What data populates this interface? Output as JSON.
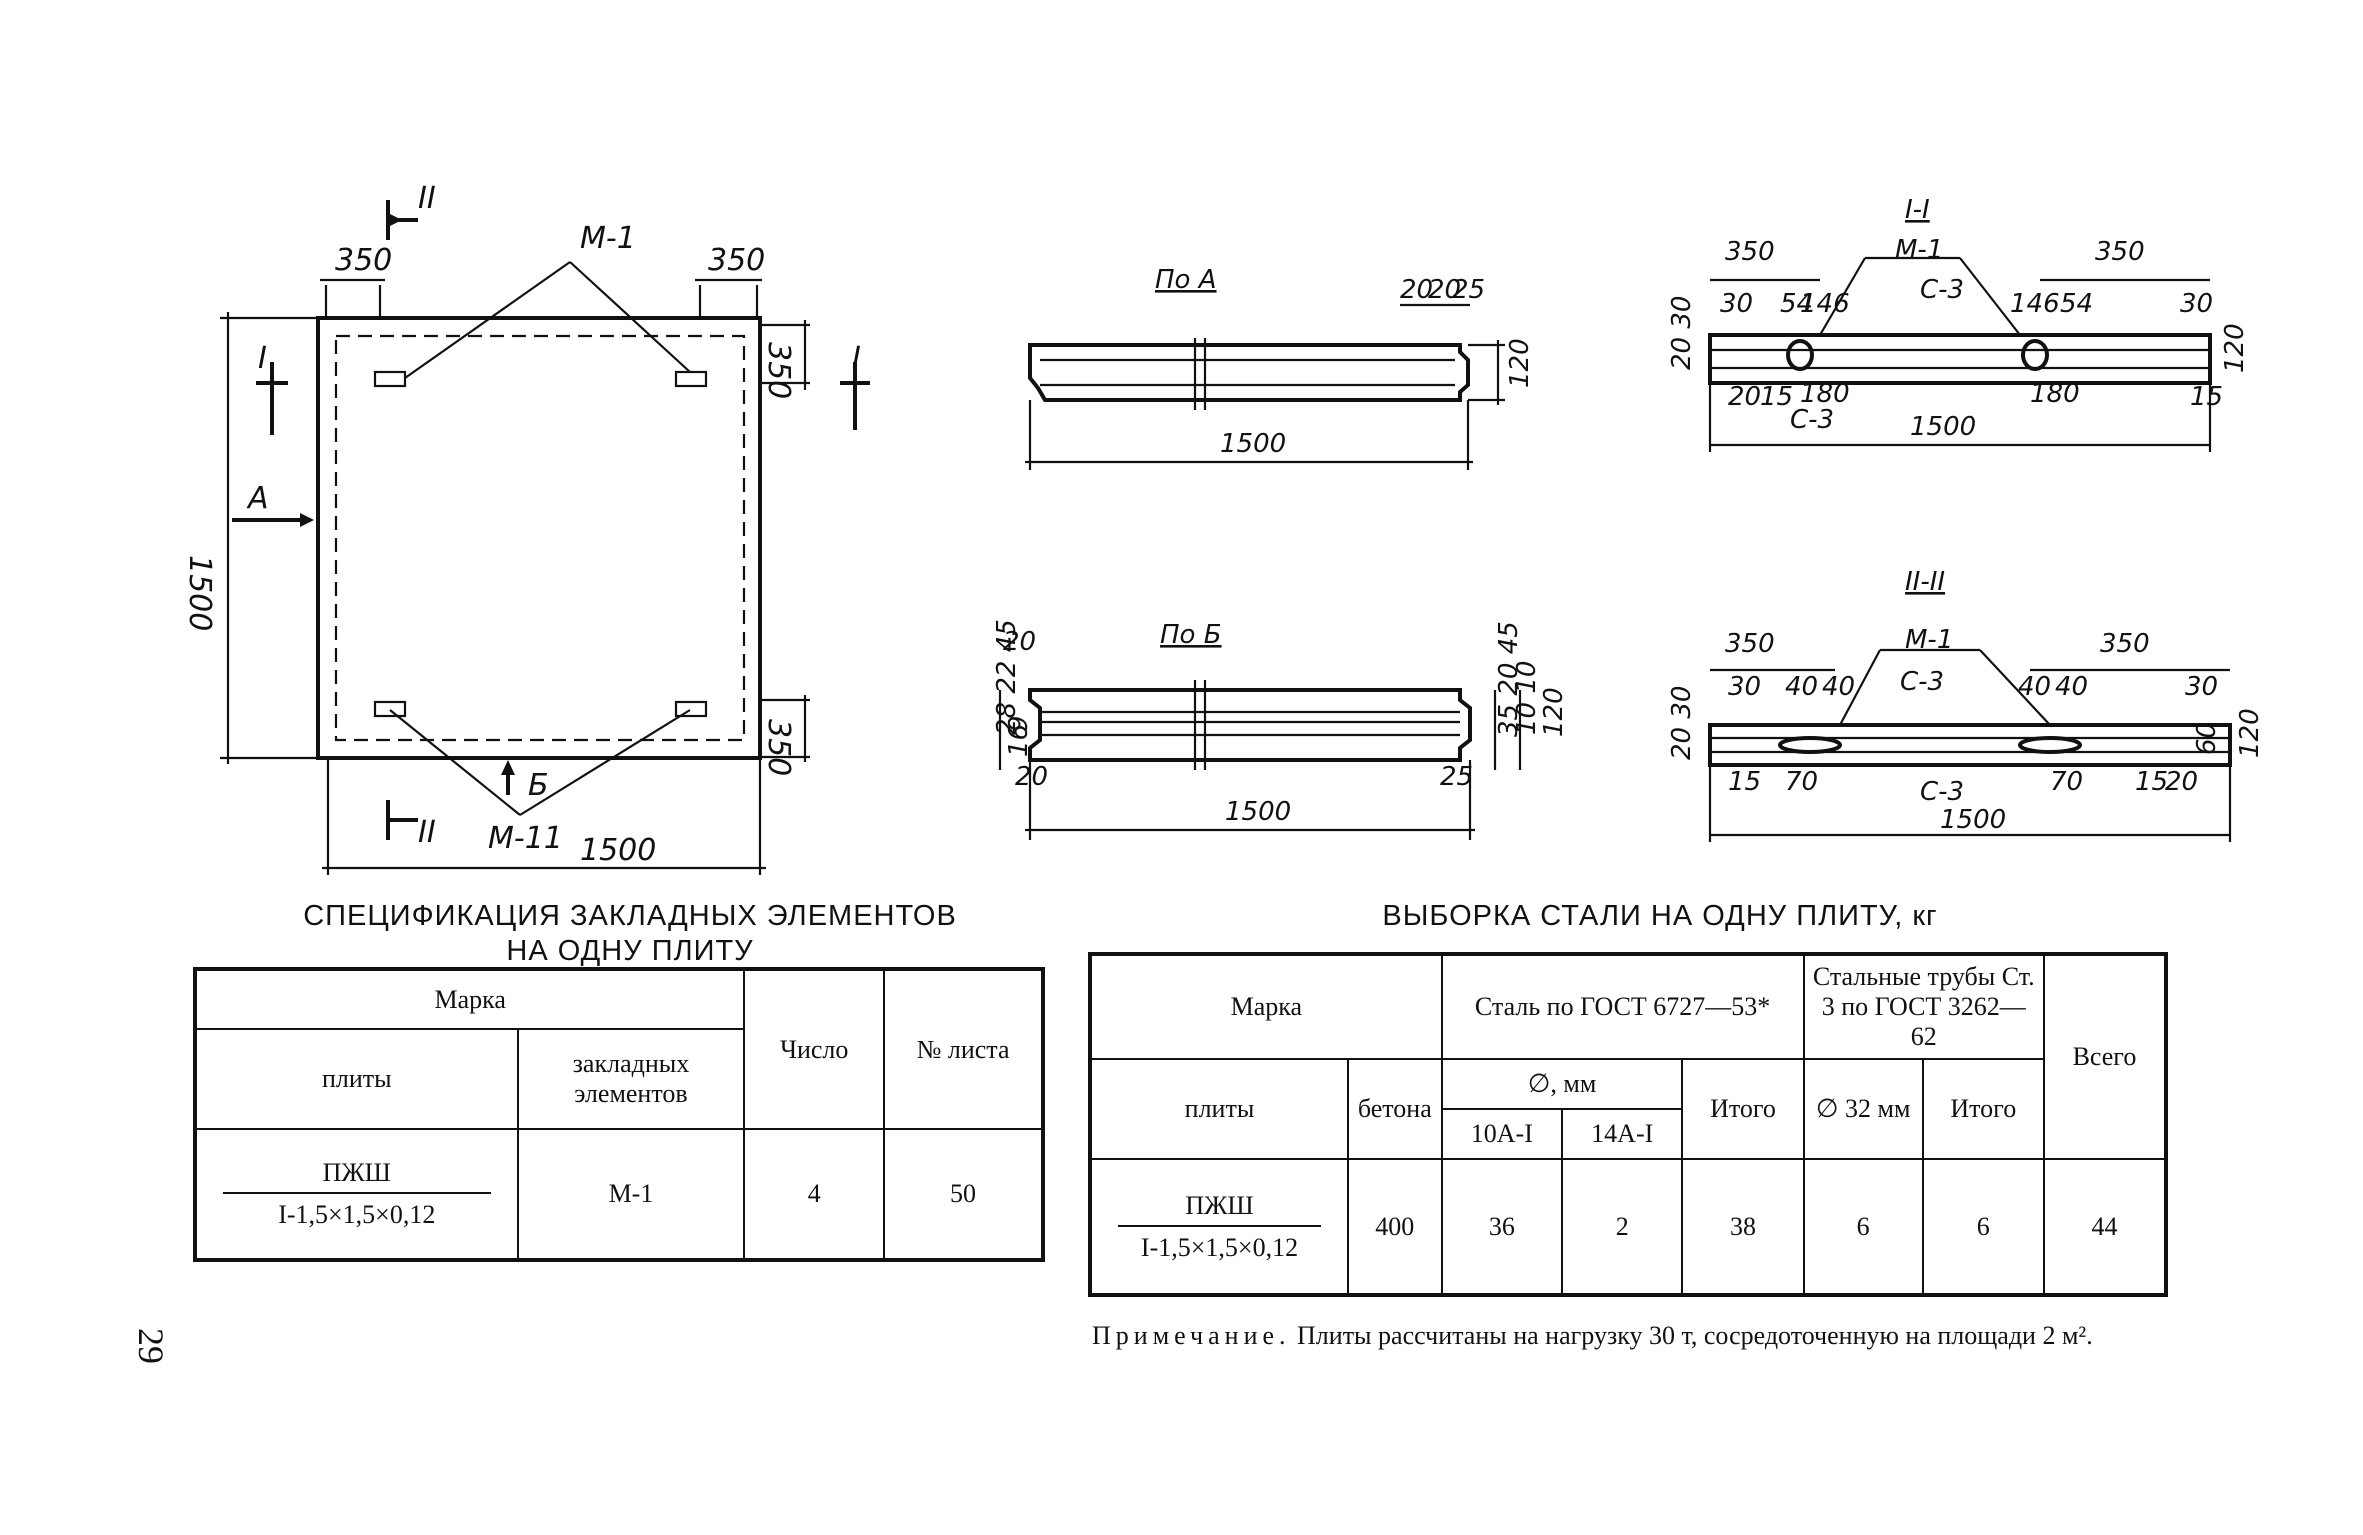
{
  "drawings": {
    "plan": {
      "dims": [
        "350",
        "350",
        "350",
        "350",
        "1500",
        "1500"
      ],
      "section_marks": [
        "II",
        "II",
        "I",
        "I"
      ],
      "view_marks": [
        "А",
        "Б"
      ],
      "elements": [
        "М-1",
        "М-11"
      ]
    },
    "view_a": {
      "title": "По А",
      "dims": [
        "20",
        "20",
        "20",
        "25",
        "120",
        "1500"
      ]
    },
    "view_b": {
      "title": "По Б",
      "dims": [
        "20",
        "22",
        "45",
        "9",
        "28",
        "16",
        "20",
        "1500",
        "25",
        "45",
        "35",
        "20",
        "10",
        "10",
        "120"
      ]
    },
    "section_1": {
      "title": "I-I",
      "dims": [
        "350",
        "350",
        "30",
        "54",
        "146",
        "146",
        "54",
        "30",
        "20",
        "30",
        "20",
        "15",
        "180",
        "180",
        "1500",
        "15",
        "120"
      ],
      "labels": [
        "М-1",
        "С-3",
        "С-3"
      ]
    },
    "section_2": {
      "title": "II-II",
      "dims": [
        "350",
        "350",
        "30",
        "40",
        "40",
        "40",
        "40",
        "30",
        "20",
        "30",
        "15",
        "70",
        "70",
        "15",
        "20",
        "60",
        "120",
        "1500"
      ],
      "labels": [
        "М-1",
        "С-3",
        "С-3"
      ]
    }
  },
  "spec_table": {
    "title_line1": "СПЕЦИФИКАЦИЯ ЗАКЛАДНЫХ ЭЛЕМЕНТОВ",
    "title_line2": "НА ОДНУ ПЛИТУ",
    "headers": {
      "marka": "Марка",
      "plity": "плиты",
      "zakladnyh": "закладных элементов",
      "chislo": "Число",
      "list": "№ листа"
    },
    "row": {
      "plita_top": "ПЖШ",
      "plita_bottom": "I-1,5×1,5×0,12",
      "element": "М-1",
      "chislo": "4",
      "list": "50"
    }
  },
  "steel_table": {
    "title": "ВЫБОРКА СТАЛИ НА ОДНУ ПЛИТУ, кг",
    "headers": {
      "marka": "Марка",
      "steel_gost": "Сталь по ГОСТ 6727—53*",
      "tubes": "Стальные трубы Ст. 3 по ГОСТ 3262—62",
      "vsego": "Всего",
      "plity": "плиты",
      "betona": "бетона",
      "diam_mm": "∅, мм",
      "itogo1": "Итого",
      "d32": "∅ 32 мм",
      "itogo2": "Итого",
      "c10a": "10А-I",
      "c14a": "14А-I"
    },
    "row": {
      "plita_top": "ПЖШ",
      "plita_bottom": "I-1,5×1,5×0,12",
      "betona": "400",
      "c10a": "36",
      "c14a": "2",
      "itogo1": "38",
      "d32": "6",
      "itogo2": "6",
      "vsego": "44"
    }
  },
  "note": {
    "label": "Примечание.",
    "text": "Плиты рассчитаны на нагрузку 30 т, сосредоточенную на площади 2 м²."
  },
  "page_number": "29"
}
